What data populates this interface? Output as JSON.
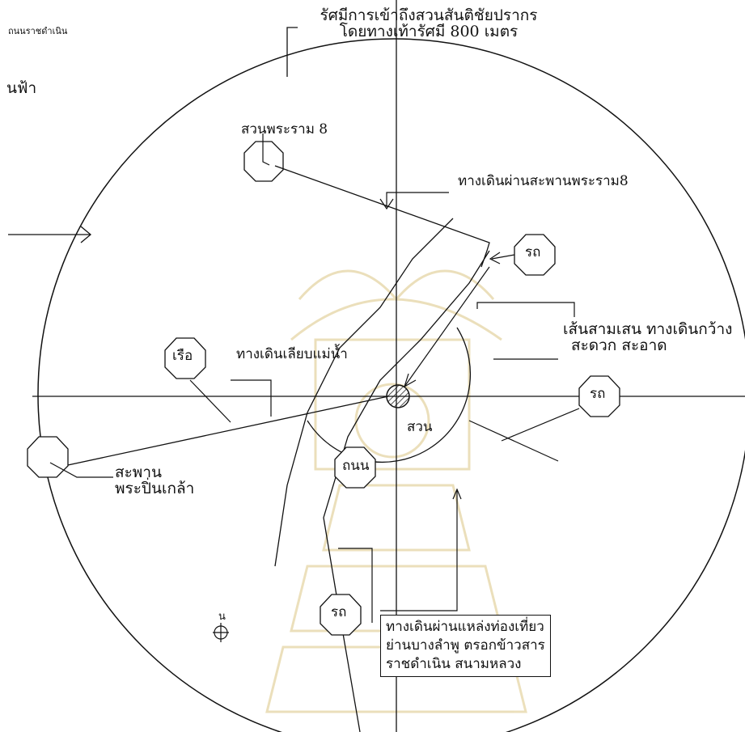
{
  "corner_road_label": "ถนนราชดำเนิน",
  "corner_sky_label": "นฟ้า",
  "title": {
    "line1": "รัศมีการเข้าถึงสวนสันติชัยปรากร",
    "line2": "โดยทางเท้ารัศมี 800 เมตร"
  },
  "park_rama8_label": "สวนพระราม 8",
  "walk_rama8_bridge_label": "ทางเดินผ่านสะพานพระราม8",
  "car_label": "รถ",
  "boat_label": "เรือ",
  "road_label": "ถนน",
  "park_label": "สวน",
  "riverside_walk_label": "ทางเดินเลียบแม่น้ำ",
  "samsen_walk": {
    "line1": "เส้นสามเสน ทางเดินกว้าง",
    "line2": "สะดวก สะอาด"
  },
  "bridge_label": {
    "line1": "สะพาน",
    "line2": "พระปิ่นเกล้า"
  },
  "north_label": "น",
  "tourism_walk": {
    "line1": "ทางเดินผ่านแหล่งท่องเที่ยว",
    "line2": "ย่านบางลำพู ตรอกข้าวสาร",
    "line3": "ราชดำเนิน สนามหลวง"
  },
  "colors": {
    "ink": "#111111",
    "paper": "#ffffff",
    "watermark": "#c8a640"
  }
}
